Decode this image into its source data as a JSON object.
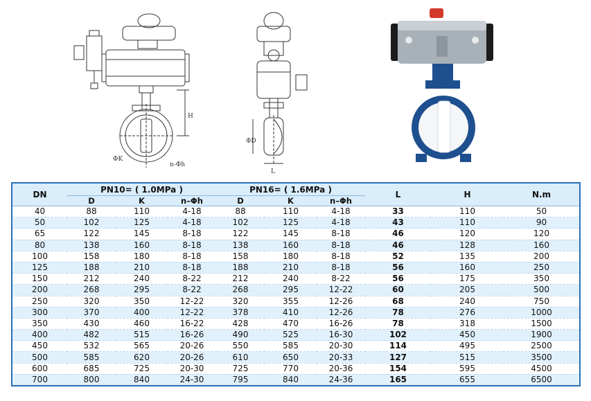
{
  "drawing": {
    "label_phi_k": "ΦK",
    "label_n_phi_h": "n-Φh",
    "label_h": "H",
    "label_phi_d": "ΦD",
    "label_l": "L"
  },
  "colors": {
    "table_border": "#2a6fb6",
    "header_bg": "#d9edfa",
    "stripe_bg": "#e1f1fc",
    "valve_blue": "#1e4f8f",
    "actuator_grey": "#a9b1b8"
  },
  "table": {
    "headers": {
      "dn": "DN",
      "pn10": "PN10= ( 1.0MPa )",
      "pn16": "PN16= ( 1.6MPa )",
      "l": "L",
      "h": "H",
      "nm": "N.m",
      "sub": [
        "D",
        "K",
        "n–Φh",
        "D",
        "K",
        "n–Φh"
      ]
    },
    "rows": [
      [
        "40",
        "88",
        "110",
        "4-18",
        "88",
        "110",
        "4-18",
        "33",
        "110",
        "50"
      ],
      [
        "50",
        "102",
        "125",
        "4-18",
        "102",
        "125",
        "4-18",
        "43",
        "110",
        "90"
      ],
      [
        "65",
        "122",
        "145",
        "8-18",
        "122",
        "145",
        "8-18",
        "46",
        "120",
        "120"
      ],
      [
        "80",
        "138",
        "160",
        "8-18",
        "138",
        "160",
        "8-18",
        "46",
        "128",
        "160"
      ],
      [
        "100",
        "158",
        "180",
        "8-18",
        "158",
        "180",
        "8-18",
        "52",
        "135",
        "200"
      ],
      [
        "125",
        "188",
        "210",
        "8-18",
        "188",
        "210",
        "8-18",
        "56",
        "160",
        "250"
      ],
      [
        "150",
        "212",
        "240",
        "8-22",
        "212",
        "240",
        "8-22",
        "56",
        "175",
        "350"
      ],
      [
        "200",
        "268",
        "295",
        "8-22",
        "268",
        "295",
        "12-22",
        "60",
        "205",
        "500"
      ],
      [
        "250",
        "320",
        "350",
        "12-22",
        "320",
        "355",
        "12-26",
        "68",
        "240",
        "750"
      ],
      [
        "300",
        "370",
        "400",
        "12-22",
        "378",
        "410",
        "12-26",
        "78",
        "276",
        "1000"
      ],
      [
        "350",
        "430",
        "460",
        "16-22",
        "428",
        "470",
        "16-26",
        "78",
        "318",
        "1500"
      ],
      [
        "400",
        "482",
        "515",
        "16-26",
        "490",
        "525",
        "16-30",
        "102",
        "450",
        "1900"
      ],
      [
        "450",
        "532",
        "565",
        "20-26",
        "550",
        "585",
        "20-30",
        "114",
        "495",
        "2500"
      ],
      [
        "500",
        "585",
        "620",
        "20-26",
        "610",
        "650",
        "20-33",
        "127",
        "515",
        "3500"
      ],
      [
        "600",
        "685",
        "725",
        "20-30",
        "725",
        "770",
        "20-36",
        "154",
        "595",
        "4500"
      ],
      [
        "700",
        "800",
        "840",
        "24-30",
        "795",
        "840",
        "24-36",
        "165",
        "655",
        "6500"
      ]
    ]
  }
}
